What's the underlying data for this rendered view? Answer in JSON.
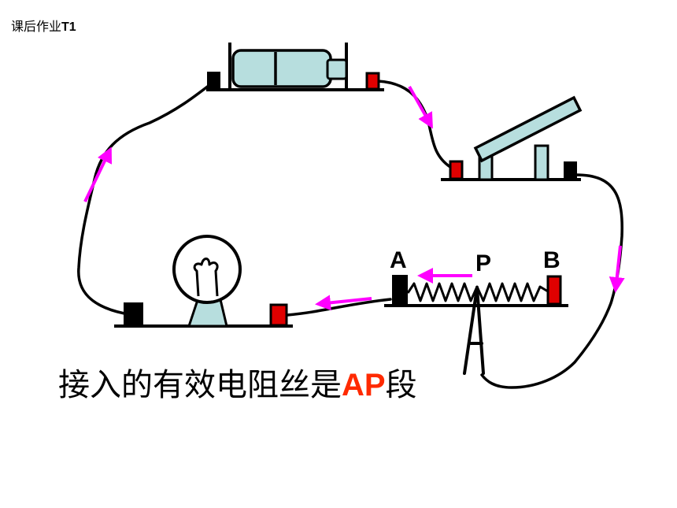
{
  "header": {
    "prefix": "课后作业",
    "suffix": "T1"
  },
  "labels": {
    "a": "A",
    "p": "P",
    "b": "B"
  },
  "caption": {
    "before": "接入的有效电阻丝是",
    "highlight": "AP",
    "after": "段"
  },
  "colors": {
    "arrow": "#ff00ff",
    "terminal_red": "#e00000",
    "terminal_black": "#000000",
    "component_fill": "#b7dede",
    "highlight": "#ff2a00"
  },
  "icons": [
    "battery-icon",
    "knife-switch-icon",
    "light-bulb-icon",
    "rheostat-icon",
    "current-arrow-icon"
  ]
}
